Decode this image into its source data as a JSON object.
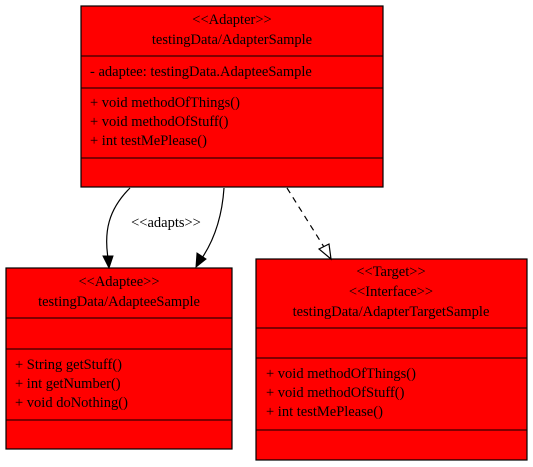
{
  "diagram": {
    "adapter": {
      "stereotype": "<<Adapter>>",
      "name": "testingData/AdapterSample",
      "attributes": [
        "- adaptee: testingData.AdapteeSample"
      ],
      "methods": [
        "+ void methodOfThings()",
        "+ void methodOfStuff()",
        "+ int testMePlease()"
      ]
    },
    "adaptee": {
      "stereotype": "<<Adaptee>>",
      "name": "testingData/AdapteeSample",
      "attributes": [],
      "methods": [
        "+ String getStuff()",
        "+ int getNumber()",
        "+ void doNothing()"
      ]
    },
    "target": {
      "stereotypes": [
        "<<Target>>",
        "<<Interface>>"
      ],
      "name": "testingData/AdapterTargetSample",
      "attributes": [],
      "methods": [
        "+ void methodOfThings()",
        "+ void methodOfStuff()",
        "+ int testMePlease()"
      ]
    },
    "edges": {
      "adapts_label": "<<adapts>>"
    },
    "colors": {
      "box_fill": "#ff0000",
      "stroke": "#000000",
      "background": "#ffffff"
    }
  }
}
